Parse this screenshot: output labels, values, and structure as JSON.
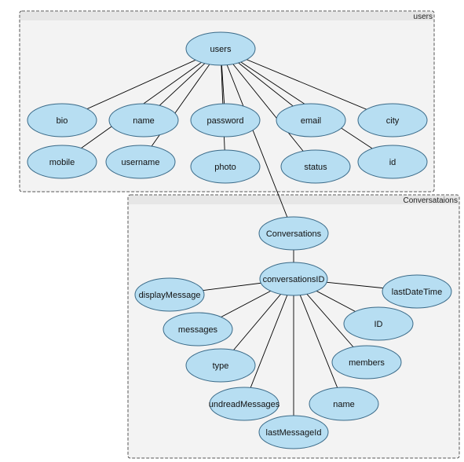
{
  "groups": [
    {
      "id": "users",
      "label": "users"
    },
    {
      "id": "conversations",
      "label": "Conversataions"
    }
  ],
  "nodes": [
    {
      "id": "users",
      "label": "users"
    },
    {
      "id": "bio",
      "label": "bio"
    },
    {
      "id": "name",
      "label": "name"
    },
    {
      "id": "password",
      "label": "password"
    },
    {
      "id": "email",
      "label": "email"
    },
    {
      "id": "city",
      "label": "city"
    },
    {
      "id": "mobile",
      "label": "mobile"
    },
    {
      "id": "username",
      "label": "username"
    },
    {
      "id": "photo",
      "label": "photo"
    },
    {
      "id": "status",
      "label": "status"
    },
    {
      "id": "id",
      "label": "id"
    },
    {
      "id": "conversations",
      "label": "Conversations"
    },
    {
      "id": "conversationsID",
      "label": "conversationsID"
    },
    {
      "id": "displayMessage",
      "label": "displayMessage"
    },
    {
      "id": "lastDateTime",
      "label": "lastDateTime"
    },
    {
      "id": "messages",
      "label": "messages"
    },
    {
      "id": "ID",
      "label": "ID"
    },
    {
      "id": "type",
      "label": "type"
    },
    {
      "id": "members",
      "label": "members"
    },
    {
      "id": "undreadMessages",
      "label": "undreadMessages"
    },
    {
      "id": "conv_name",
      "label": "name"
    },
    {
      "id": "lastMessageId",
      "label": "lastMessageId"
    }
  ],
  "edges": [
    {
      "from": "users",
      "to": "bio"
    },
    {
      "from": "users",
      "to": "name"
    },
    {
      "from": "users",
      "to": "password"
    },
    {
      "from": "users",
      "to": "email"
    },
    {
      "from": "users",
      "to": "city"
    },
    {
      "from": "users",
      "to": "mobile"
    },
    {
      "from": "users",
      "to": "username"
    },
    {
      "from": "users",
      "to": "photo"
    },
    {
      "from": "users",
      "to": "status"
    },
    {
      "from": "users",
      "to": "id"
    },
    {
      "from": "users",
      "to": "conversations"
    },
    {
      "from": "conversations",
      "to": "conversationsID"
    },
    {
      "from": "conversationsID",
      "to": "displayMessage"
    },
    {
      "from": "conversationsID",
      "to": "lastDateTime"
    },
    {
      "from": "conversationsID",
      "to": "messages"
    },
    {
      "from": "conversationsID",
      "to": "ID"
    },
    {
      "from": "conversationsID",
      "to": "type"
    },
    {
      "from": "conversationsID",
      "to": "members"
    },
    {
      "from": "conversationsID",
      "to": "undreadMessages"
    },
    {
      "from": "conversationsID",
      "to": "conv_name"
    },
    {
      "from": "conversationsID",
      "to": "lastMessageId"
    }
  ]
}
